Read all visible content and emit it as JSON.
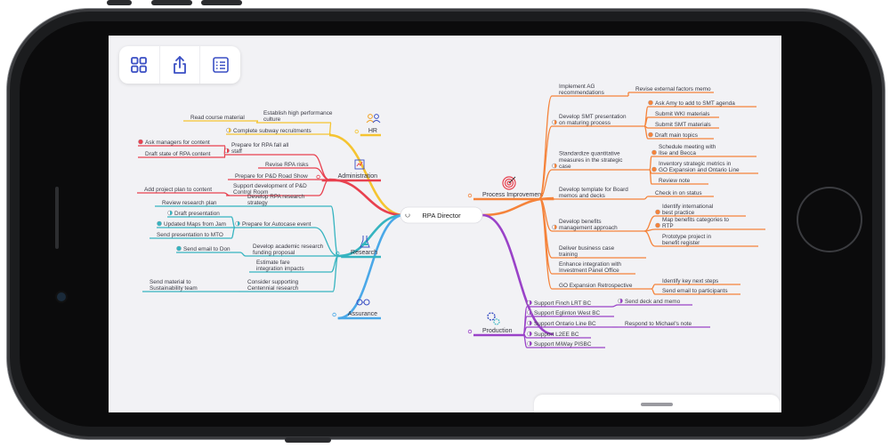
{
  "root": {
    "label": "RPA Director"
  },
  "toolbar": [
    {
      "name": "grid-icon"
    },
    {
      "name": "share-icon"
    },
    {
      "name": "outline-icon"
    }
  ],
  "branches": {
    "hr": {
      "label": "HR",
      "color": "#f5c431",
      "icon": "people-icon"
    },
    "administration": {
      "label": "Administration",
      "color": "#e8414f",
      "icon": "chart-icon"
    },
    "research": {
      "label": "Research",
      "color": "#36b4c0",
      "icon": "flask-icon"
    },
    "assurance": {
      "label": "Assurance",
      "color": "#4aa8e8",
      "icon": "glasses-icon"
    },
    "process_improvement": {
      "label": "Process Improvement",
      "color": "#f5833a",
      "icon": "target-icon"
    },
    "production": {
      "label": "Production",
      "color": "#9a42c8",
      "icon": "gears-icon"
    }
  },
  "nodes": {
    "hr_1": "Establish high performance culture",
    "hr_1a": "Read course material",
    "hr_2": "Complete subway recruitments",
    "ad_1": "Prepare for RPA fall all staff",
    "ad_1a": "Ask managers for content",
    "ad_1b": "Draft state of RPA content",
    "ad_2": "Revise RPA risks",
    "ad_3": "Prepare for P&D Road Show",
    "ad_4": "Support development of P&D Control Room",
    "ad_4a": "Add project plan to content",
    "rs_1": "Develop RPA research strategy",
    "rs_1a": "Review research plan",
    "rs_2": "Prepare for Autocase event",
    "rs_2a": "Draft presentation",
    "rs_2b": "Updated Maps from Jam",
    "rs_2c": "Send presentation to MTO",
    "rs_3": "Develop academic research funding proposal",
    "rs_3a": "Send email to Don",
    "rs_4": "Estimate fare integration impacts",
    "rs_5": "Consider supporting Centennial research",
    "rs_5a": "Send material to Sustainability team",
    "pi_1": "Implement AG recommendations",
    "pi_1a": "Revise external factors memo",
    "pi_2": "Develop SMT presentation on maturing process",
    "pi_2a": "Ask Amy to add to SMT agenda",
    "pi_2b": "Submit WKI materials",
    "pi_2c": "Submit SMT materials",
    "pi_2d": "Draft main topics",
    "pi_3": "Standardize quantitative measures in the strategic case",
    "pi_3a": "Schedule meeting with Ilse and Becca",
    "pi_3b": "Inventory strategic metrics in GO Expansion and Ontario Line",
    "pi_3c": "Review note",
    "pi_4": "Develop template for Board memos and decks",
    "pi_4a": "Check in on status",
    "pi_5": "Develop benefits management approach",
    "pi_5a": "Identify international best practice",
    "pi_5b": "Map benefits categories to RTP",
    "pi_5c": "Prototype project in benefit register",
    "pi_6": "Deliver business case training",
    "pi_7": "Enhance integration with Investment Panel Office",
    "pi_8": "GO Expansion Retrospective",
    "pi_8a": "Identify key next steps",
    "pi_8b": "Send email to participants",
    "pr_1": "Support Finch LRT BC",
    "pr_1a": "Send deck and memo",
    "pr_2": "Support Eglinton West BC",
    "pr_3": "Support Ontario Line BC",
    "pr_3a": "Respond to Michael's note",
    "pr_4": "Support L2EE BC",
    "pr_5": "Support MiWay PISBC"
  },
  "colors": {
    "screen_bg": "#f2f2f5",
    "toolbar_icon": "#3a4fc4",
    "check_red": "#e8414f",
    "check_teal": "#2aa8a8"
  }
}
